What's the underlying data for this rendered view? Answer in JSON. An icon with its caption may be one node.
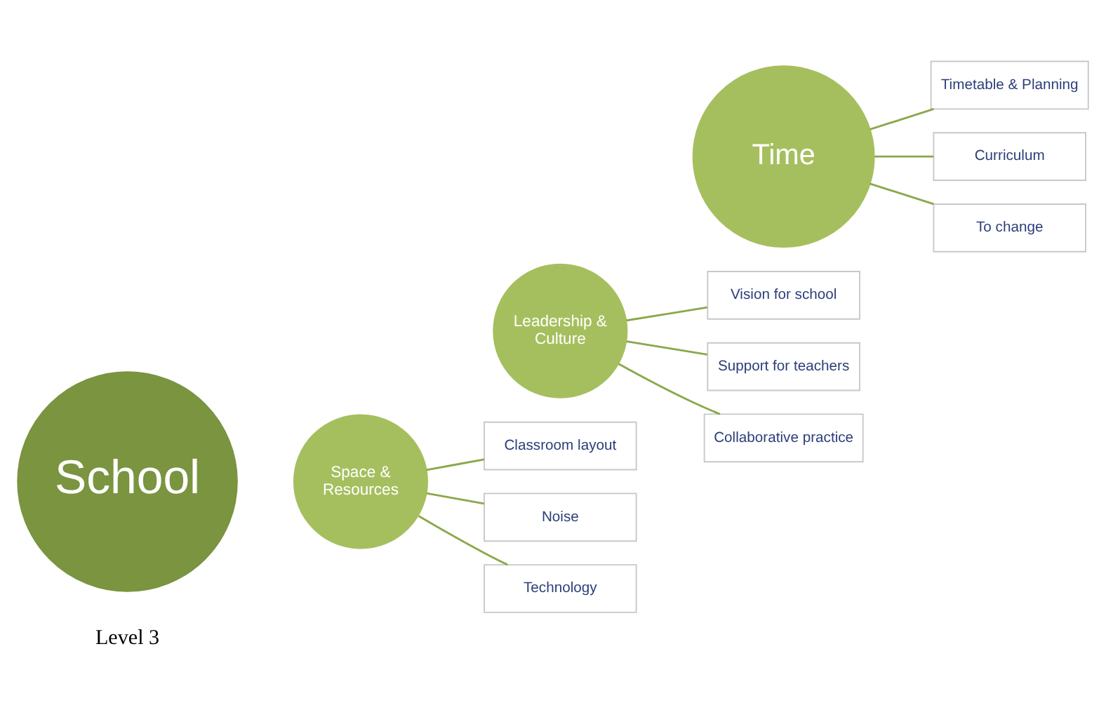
{
  "diagram": {
    "nodes": [
      {
        "text": [
          "School"
        ]
      },
      {
        "text": [
          "Space & Resources"
        ]
      },
      {
        "text": [
          "Leadership & Culture"
        ]
      },
      {
        "text": [
          "Time"
        ]
      },
      {
        "text": [
          "Classroom layout"
        ]
      },
      {
        "text": [
          "Noise"
        ]
      },
      {
        "text": [
          "Technology"
        ]
      },
      {
        "text": [
          "Timetable & Planning"
        ]
      },
      {
        "text": [
          "Curriculum"
        ]
      },
      {
        "text": [
          "To change"
        ]
      },
      {
        "text": [
          "Vision for school"
        ]
      },
      {
        "text": [
          "Support for teachers"
        ]
      },
      {
        "text": [
          "Collaborative practice"
        ]
      }
    ],
    "edges": [
      {
        "from": 1,
        "to": 4,
        "arrow": "none"
      },
      {
        "from": 1,
        "to": 5,
        "arrow": "none"
      },
      {
        "from": 1,
        "to": 6,
        "arrow": "none"
      },
      {
        "from": 3,
        "to": 7,
        "arrow": "none"
      },
      {
        "from": 3,
        "to": 8,
        "arrow": "none"
      },
      {
        "from": 3,
        "to": 9,
        "arrow": "none"
      },
      {
        "from": 2,
        "to": 10,
        "arrow": "none"
      },
      {
        "from": 2,
        "to": 11,
        "arrow": "none"
      },
      {
        "from": 2,
        "to": 12,
        "arrow": "none"
      }
    ],
    "labels": [
      "Level 3"
    ]
  }
}
